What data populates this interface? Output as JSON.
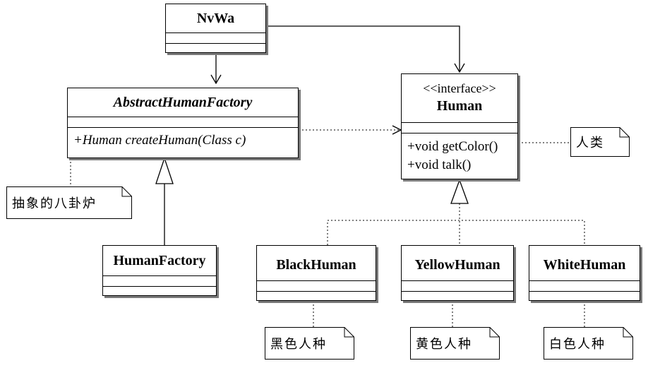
{
  "classes": {
    "nvwa": {
      "name": "NvWa"
    },
    "abstract_factory": {
      "name": "AbstractHumanFactory",
      "methods": [
        "+Human createHuman(Class c)"
      ]
    },
    "human": {
      "stereotype": "<<interface>>",
      "name": "Human",
      "methods": [
        "+void getColor()",
        "+void talk()"
      ]
    },
    "human_factory": {
      "name": "HumanFactory"
    },
    "black_human": {
      "name": "BlackHuman"
    },
    "yellow_human": {
      "name": "YellowHuman"
    },
    "white_human": {
      "name": "WhiteHuman"
    }
  },
  "notes": {
    "human": "人类",
    "factory": "抽象的八卦炉",
    "black": "黑色人种",
    "yellow": "黄色人种",
    "white": "白色人种"
  }
}
